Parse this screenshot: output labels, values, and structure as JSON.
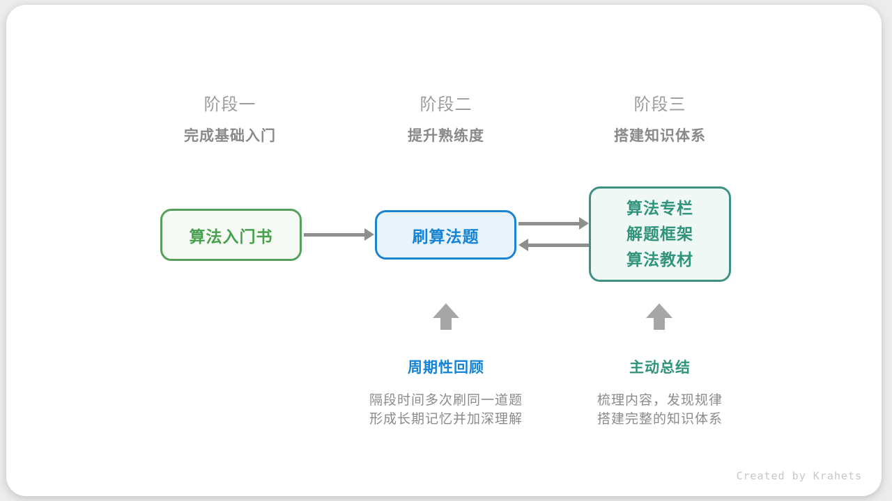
{
  "diagram": {
    "stages": [
      {
        "label": "阶段一",
        "title": "完成基础入门"
      },
      {
        "label": "阶段二",
        "title": "提升熟练度"
      },
      {
        "label": "阶段三",
        "title": "搭建知识体系"
      }
    ],
    "nodes": {
      "intro_book": {
        "label": "算法入门书"
      },
      "practice": {
        "label": "刷算法题"
      },
      "resources": {
        "lines": [
          "算法专栏",
          "解题框架",
          "算法教材"
        ]
      }
    },
    "annotations": [
      {
        "title": "周期性回顾",
        "lines": [
          "隔段时间多次刷同一道题",
          "形成长期记忆并加深理解"
        ]
      },
      {
        "title": "主动总结",
        "lines": [
          "梳理内容，发现规律",
          "搭建完整的知识体系"
        ]
      }
    ],
    "footer": "Created by Krahets",
    "colors": {
      "green_border": "#57a05b",
      "green_text": "#47a04e",
      "green_bg": "#f5faf4",
      "blue_border": "#1b84d0",
      "blue_text": "#1483d5",
      "blue_bg": "#e9f3fc",
      "teal_border": "#3e9284",
      "teal_text": "#2f9479",
      "teal_bg": "#f0f8f5",
      "connector_gray": "#8e8e8e",
      "block_arrow_gray": "#a6a6a6",
      "stage_label_gray": "#9c9c9c",
      "stage_title_gray": "#898989",
      "desc_gray": "#8b8b8b",
      "footer_gray": "#c6c6c6"
    }
  }
}
